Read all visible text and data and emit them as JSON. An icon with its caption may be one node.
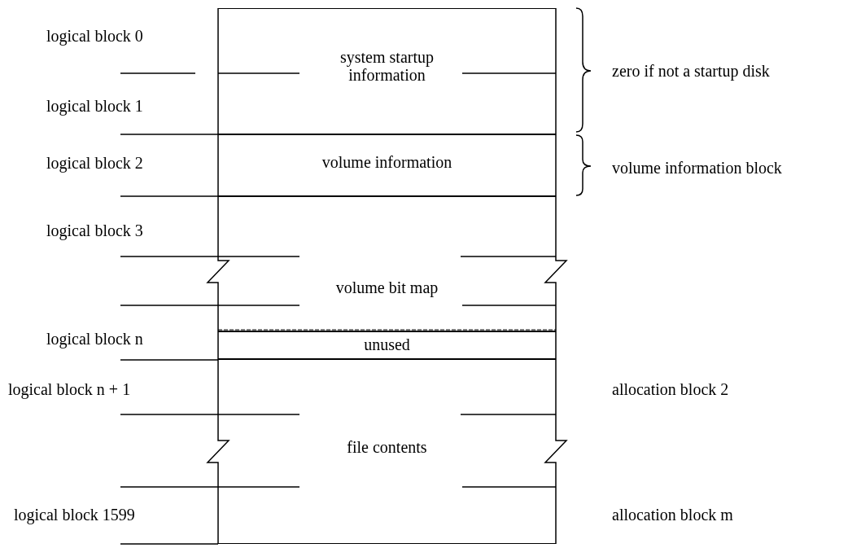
{
  "diagram": {
    "nodes": [
      {
        "text": [
          "system startup information"
        ]
      },
      {
        "text": [
          "volume information"
        ]
      },
      {
        "text": [
          "volume bit map"
        ]
      },
      {
        "text": [
          "unused"
        ]
      },
      {
        "text": [
          "file contents"
        ]
      }
    ],
    "labels": [
      "logical block 0",
      "zero if not a startup disk",
      "logical block 1",
      "logical block 2",
      "volume information block",
      "logical block 3",
      "logical block n",
      "logical block n + 1",
      "allocation block 2",
      "logical block 1599",
      "allocation block m"
    ]
  }
}
